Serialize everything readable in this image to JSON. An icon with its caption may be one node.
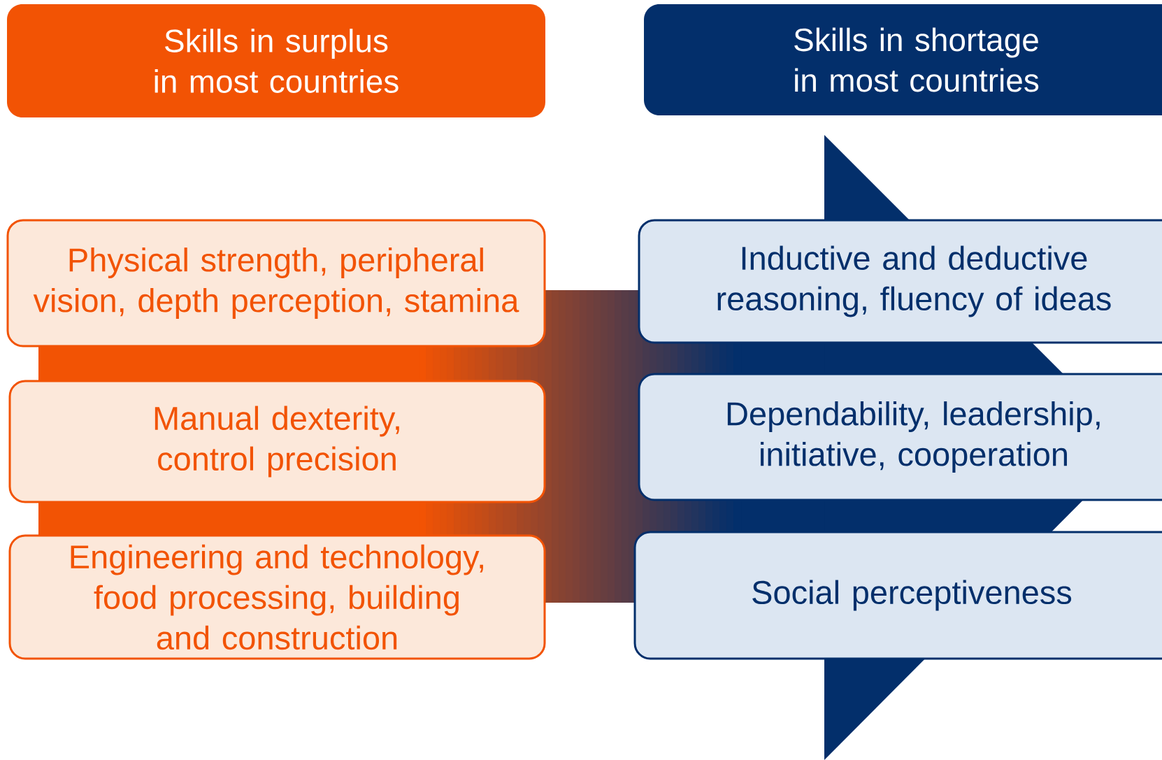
{
  "diagram": {
    "nodes": [
      {
        "text": [
          "Skills in surplus in most countries"
        ]
      },
      {
        "text": [
          "Skills in shortage in most countries"
        ]
      },
      {
        "text": [
          "Physical strength, peripheral vision, depth perception, stamina"
        ]
      },
      {
        "text": [
          "Manual dexterity, control precision"
        ]
      },
      {
        "text": [
          "Engineering and technology, food processing, building and construction"
        ]
      },
      {
        "text": [
          "Inductive and deductive reasoning, fluency of ideas"
        ]
      },
      {
        "text": [
          "Dependability, leadership, initiative, cooperation"
        ]
      },
      {
        "text": [
          "Social perceptiveness"
        ]
      }
    ]
  }
}
